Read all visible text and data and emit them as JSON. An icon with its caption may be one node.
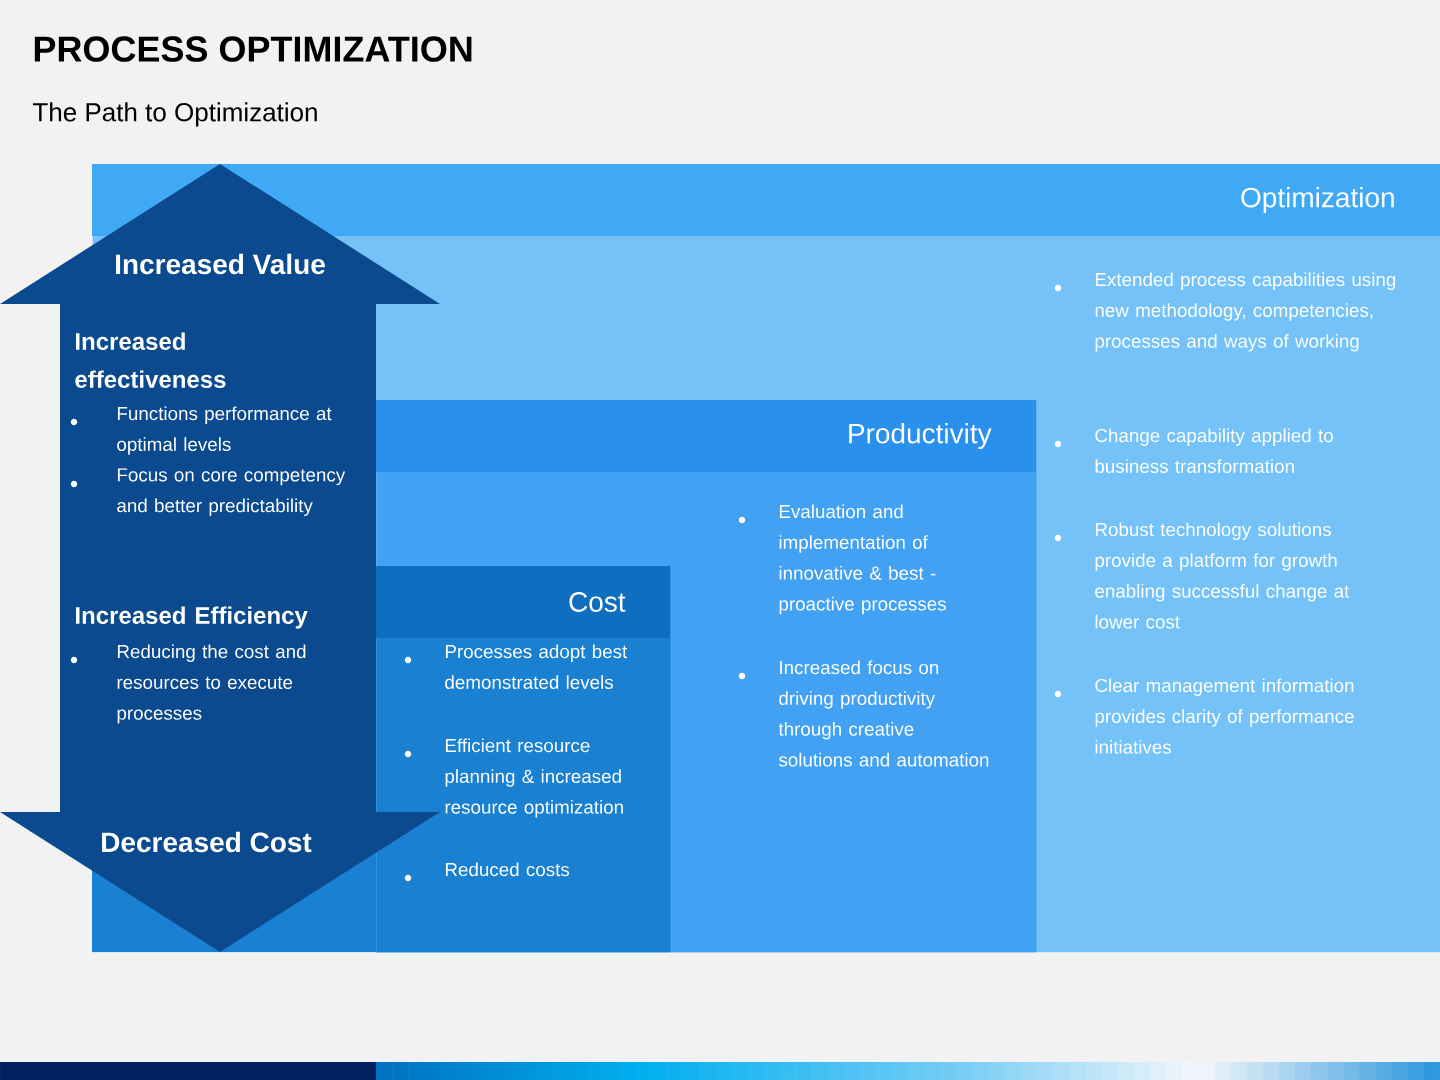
{
  "diagram": {
    "title": "PROCESS OPTIMIZATION",
    "caption": "The Path to Optimization",
    "nodes": [
      {
        "text": [
          "Optimization",
          "Extended process capabilities using new methodology, competencies, processes and ways of working",
          "Change capability applied to business transformation",
          "Robust technology  solutions provide a platform for growth enabling successful change at lower cost",
          "Clear management information provides clarity of performance initiatives"
        ]
      },
      {
        "text": [
          "Productivity",
          "Evaluation and implementation of innovative & best - proactive processes",
          "Increased focus on driving productivity through creative solutions and automation"
        ],
        "in": 0
      },
      {
        "text": [
          "Cost",
          "Processes adopt best demonstrated levels",
          "Efficient resource planning & increased resource optimization",
          "Reduced costs"
        ],
        "in": 1
      },
      {
        "text": [
          "Increased Value",
          "Increased effectiveness",
          "Functions performance at optimal levels",
          "Focus on core competency and better predictability",
          "Increased Efficiency",
          "Reducing the cost and resources to execute processes",
          "Decreased Cost"
        ]
      }
    ],
    "edges": []
  }
}
